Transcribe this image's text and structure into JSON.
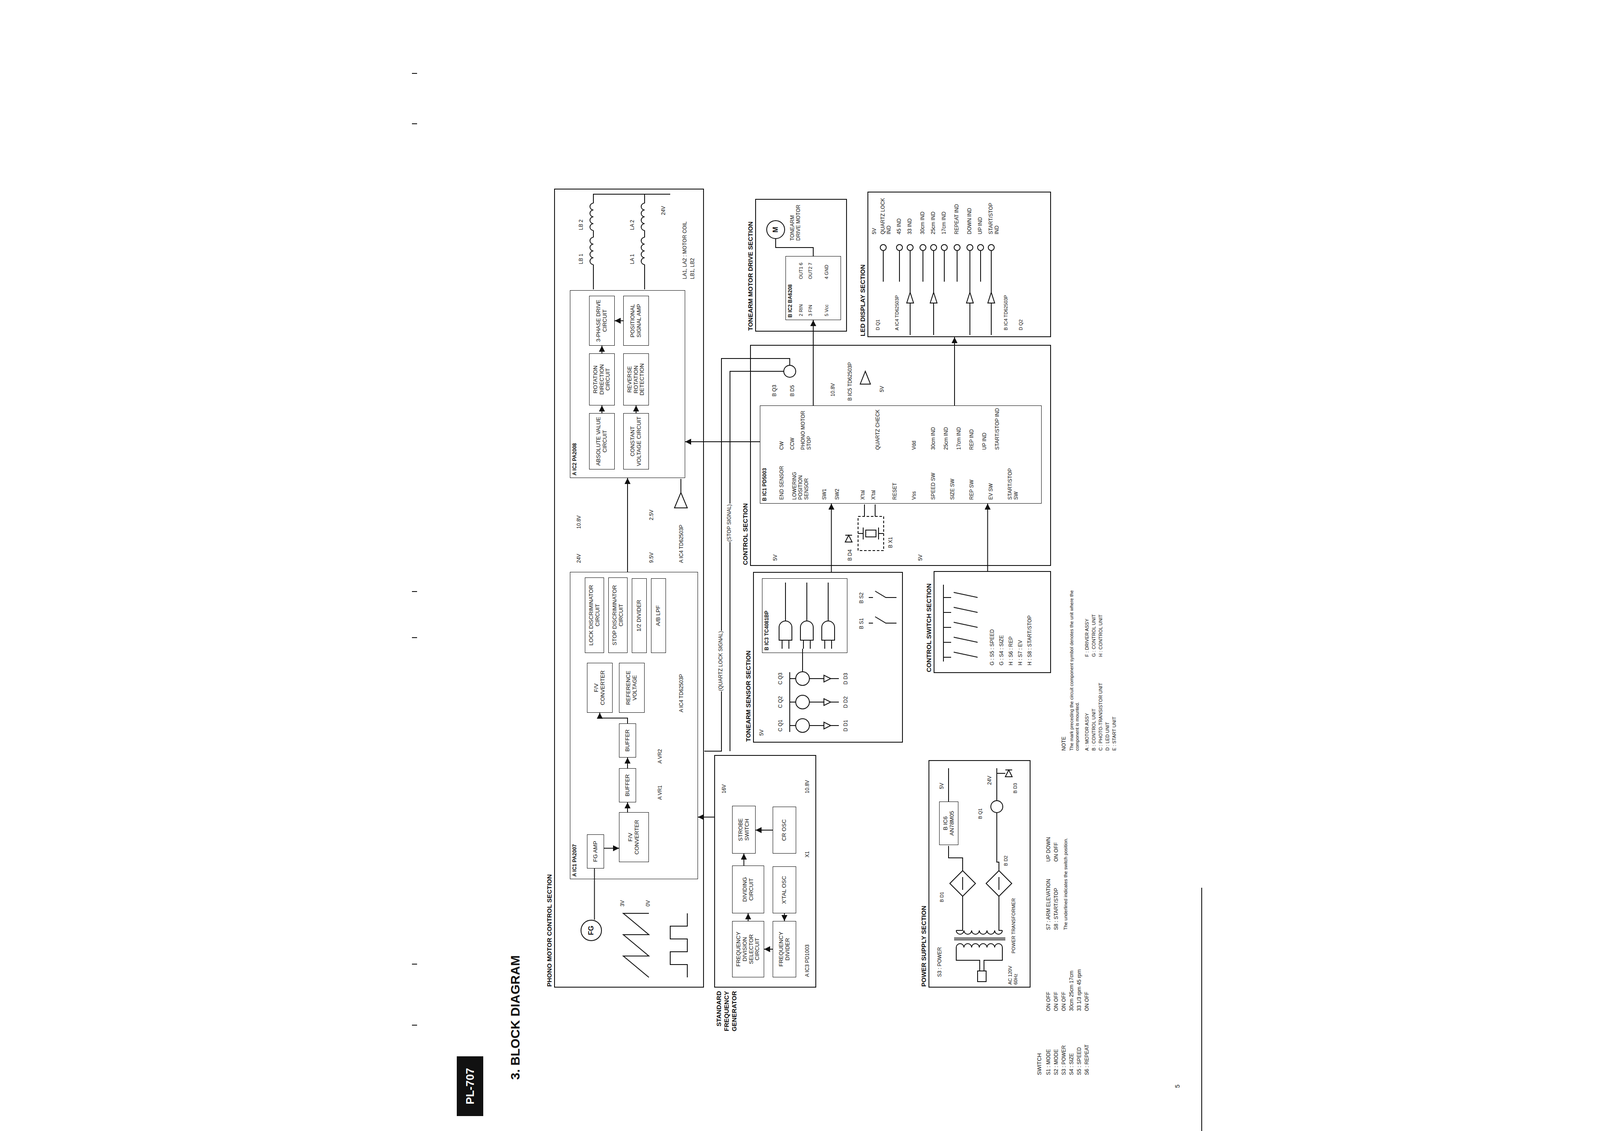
{
  "diagram": {
    "title": "3. BLOCK DIAGRAM",
    "nodes": [
      {
        "text": [
          "PHONO MOTOR CONTROL SECTION"
        ]
      },
      {
        "text": [
          "A IC1 PA2007"
        ],
        "in": 0
      },
      {
        "text": [
          "FG AMP"
        ],
        "in": 1
      },
      {
        "text": [
          "F/V CONVERTER"
        ],
        "in": 1
      },
      {
        "text": [
          "BUFFER"
        ],
        "in": 1
      },
      {
        "text": [
          "BUFFER"
        ],
        "in": 1
      },
      {
        "text": [
          "F/V CONVERTER"
        ],
        "in": 1
      },
      {
        "text": [
          "REFERENCE VOLTAGE"
        ],
        "in": 1
      },
      {
        "text": [
          "LOCK DISCRIMINATOR CIRCUIT"
        ],
        "in": 1
      },
      {
        "text": [
          "STOP DISCRIMINATOR CIRCUIT"
        ],
        "in": 1
      },
      {
        "text": [
          "1/2 DIVIDER"
        ],
        "in": 1
      },
      {
        "text": [
          "A/B LPF"
        ],
        "in": 1
      },
      {
        "text": [
          "A IC2 PA2008"
        ],
        "in": 0
      },
      {
        "text": [
          "ABSOLUTE VALUE CIRCUIT"
        ],
        "in": 12
      },
      {
        "text": [
          "CONSTANT VOLTAGE CIRCUIT"
        ],
        "in": 12
      },
      {
        "text": [
          "ROTATION DIRECTION CIRCUIT"
        ],
        "in": 12
      },
      {
        "text": [
          "REVERSE ROTATION DETECTION"
        ],
        "in": 12
      },
      {
        "text": [
          "3-PHASE DRIVE CIRCUIT"
        ],
        "in": 12
      },
      {
        "text": [
          "POSITIONAL SIGNAL AMP"
        ],
        "in": 12
      },
      {
        "text": [
          "FG"
        ],
        "in": 0
      },
      {
        "text": [
          "STANDARD FREQUENCY GENERATOR"
        ]
      },
      {
        "text": [
          "FREQUENCY DIVISION SELECTOR CIRCUIT"
        ],
        "in": 20
      },
      {
        "text": [
          "FREQUENCY DIVIDER"
        ],
        "in": 20
      },
      {
        "text": [
          "X'TAL OSC"
        ],
        "in": 20
      },
      {
        "text": [
          "STROBE SWITCH"
        ],
        "in": 20
      },
      {
        "text": [
          "CR OSC"
        ],
        "in": 20
      },
      {
        "text": [
          "DIVIDING CIRCUIT"
        ],
        "in": 20
      },
      {
        "text": [
          "TONEARM SENSOR SECTION"
        ]
      },
      {
        "text": [
          "B IC3 TC4081BP"
        ],
        "in": 27
      },
      {
        "text": [
          "CONTROL SWITCH SECTION"
        ]
      },
      {
        "text": [
          "CONTROL SECTION"
        ]
      },
      {
        "text": [
          "B IC1 PD5003"
        ],
        "in": 30
      },
      {
        "text": [
          "TONEARM MOTOR DRIVE SECTION"
        ]
      },
      {
        "text": [
          "B IC2 BA6208"
        ],
        "in": 32
      },
      {
        "text": [
          "M"
        ],
        "in": 32
      },
      {
        "text": [
          "LED DISPLAY SECTION"
        ]
      },
      {
        "text": [
          "POWER SUPPLY SECTION"
        ]
      },
      {
        "text": [
          "B IC6 AN78M05"
        ],
        "in": 36
      },
      {
        "text": [
          "PL-707"
        ]
      }
    ],
    "edges": [
      {
        "from": 19,
        "to": 2,
        "arrow": "none"
      },
      {
        "from": 2,
        "to": 3,
        "arrow": "to"
      },
      {
        "from": 3,
        "to": 4,
        "arrow": "to"
      },
      {
        "from": 4,
        "to": 5,
        "arrow": "to"
      },
      {
        "from": 5,
        "to": 6,
        "arrow": "to"
      },
      {
        "from": 1,
        "to": 12,
        "arrow": "to"
      },
      {
        "from": 13,
        "to": 15,
        "arrow": "to"
      },
      {
        "from": 15,
        "to": 17,
        "arrow": "to"
      },
      {
        "from": 14,
        "to": 16,
        "arrow": "to"
      },
      {
        "from": 18,
        "to": 17,
        "arrow": "to"
      },
      {
        "from": 23,
        "to": 22,
        "arrow": "to"
      },
      {
        "from": 22,
        "to": 21,
        "arrow": "to"
      },
      {
        "from": 21,
        "to": 26,
        "arrow": "to"
      },
      {
        "from": 26,
        "to": 24,
        "arrow": "to"
      },
      {
        "from": 25,
        "to": 24,
        "arrow": "to"
      },
      {
        "from": 20,
        "to": 1,
        "arrow": "to"
      },
      {
        "from": 27,
        "to": 31,
        "arrow": "to"
      },
      {
        "from": 29,
        "to": 31,
        "arrow": "to"
      },
      {
        "from": 31,
        "to": 33,
        "arrow": "to"
      },
      {
        "from": 33,
        "to": 34,
        "arrow": "none"
      },
      {
        "from": 31,
        "to": 35,
        "arrow": "to"
      },
      {
        "from": 31,
        "to": 12,
        "arrow": "to"
      }
    ],
    "labels": [
      "3V",
      "0V",
      "A VR1",
      "A VR2",
      "A IC4 TD62503P",
      "24V",
      "10.8V",
      "9.5V",
      "2.5V",
      "A IC4 TD62503P",
      "LB 1",
      "LB 2",
      "LA 1",
      "LA 2",
      "24V",
      "LA1, LA2 : MOTOR COIL",
      "LB1, LB2",
      "(QUARTZ LOCK SIGNAL)",
      "(STOP SIGNAL)",
      "A IC3 PD1003",
      "X1",
      "10.8V",
      "16V",
      "5V",
      "C Q1",
      "C Q2",
      "C Q3",
      "D D1",
      "D D2",
      "D D3",
      "B S1",
      "B S2",
      "G : S5 : SPEED",
      "G : S4 : SIZE",
      "H : S6 : REP",
      "H : S7 : EV",
      "H : S8 : START/STOP",
      "5V",
      "B D4",
      "B X1",
      "5V",
      "B Q3",
      "B D5",
      "10.8V",
      "B IC5 TD62503P",
      "5V",
      "END SENSOR",
      "LOWERING POSITION SENSOR",
      "SW1",
      "SW2",
      "X'tal",
      "X'tal",
      "RESET",
      "Vss",
      "SPEED SW",
      "SIZE SW",
      "REP SW",
      "EV SW",
      "START/STOP SW",
      "CW",
      "CCW",
      "PHONO MOTOR STOP",
      "QUARTZ CHECK",
      "Vdd",
      "30cm IND",
      "25cm IND",
      "17cm IND",
      "REP IND",
      "UP IND",
      "START/STOP IND",
      "2 RIN",
      "3 FIN",
      "5 Vcc",
      "OUT1 6",
      "OUT2 7",
      "4 GND",
      "TONEARM DRIVE MOTOR",
      "5V",
      "QUARTZ LOCK IND",
      "45 IND",
      "33 IND",
      "30cm IND",
      "25cm IND",
      "17cm IND",
      "REPEAT IND",
      "DOWN IND",
      "UP IND",
      "START/STOP IND",
      "A IC4 TD62503P",
      "B IC4 TD62503P",
      "D Q1",
      "D Q2",
      "S3 : POWER",
      "AC 120V 60Hz",
      "POWER TRANSFORMER",
      "B D1",
      "B D2",
      "B Q1",
      "5V",
      "24V",
      "B D3",
      "5",
      "SWITCH",
      "S1 : MODE",
      "ON OFF",
      "S2 : MODE",
      "ON OFF",
      "S3 : POWER",
      "ON OFF",
      "S4 : SIZE",
      "30cm 25cm 17cm",
      "S5 : SPEED",
      "33 1/3 rpm 45 rpm",
      "S6 : REPEAT",
      "ON OFF",
      "S7 : ARM ELEVATION",
      "UP DOWN",
      "S8 : START/STOP",
      "ON OFF",
      "The underlined indicates the switch position.",
      "NOTE",
      "The mark preceding the circuit component symbol denotes the unit where the component is mounted.",
      "A : MOTOR ASSY",
      "B : CONTROL UNIT",
      "C : PHOTO-TRANSISTOR UNIT",
      "D : LED UNIT",
      "E : START UNIT",
      "F : DRIVER ASSY",
      "G : CONTROL UNIT",
      "H : CONTROL UNIT"
    ]
  }
}
